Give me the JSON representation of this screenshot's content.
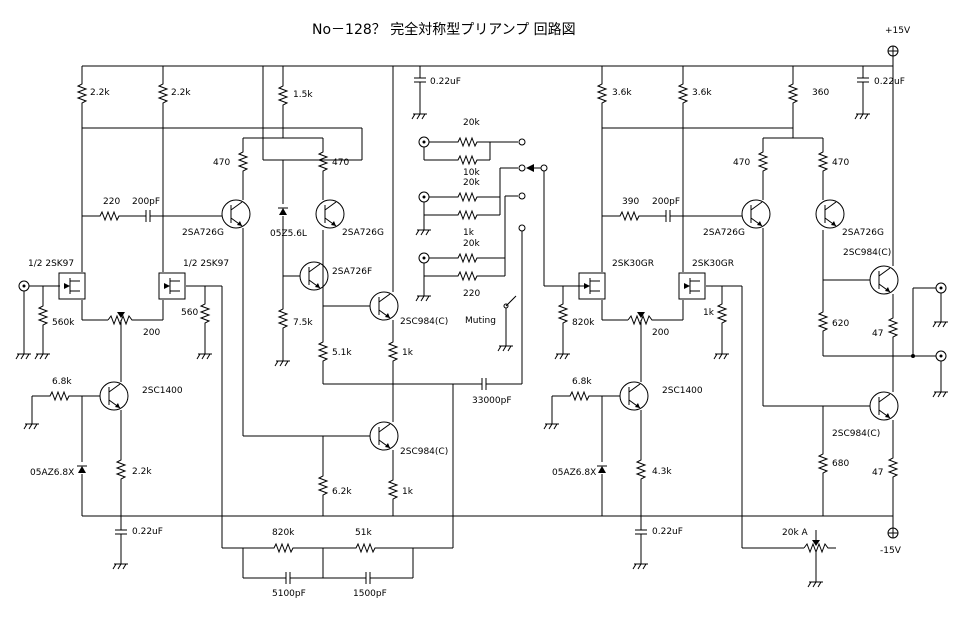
{
  "title": "No－128？ 完全対称型プリアンプ 回路図",
  "power": {
    "positive": "+15V",
    "negative": "-15V"
  },
  "labels": {
    "r_2k2_a": "2.2k",
    "r_2k2_b": "2.2k",
    "r_1k5": "1.5k",
    "c_022_top": "0.22uF",
    "r_3k6_a": "3.6k",
    "r_3k6_b": "3.6k",
    "r_360": "360",
    "c_022_right": "0.22uF",
    "r_470_a": "470",
    "r_470_b": "470",
    "r_470_c": "470",
    "r_470_d": "470",
    "r_220": "220",
    "c_200pf_a": "200pF",
    "r_390": "390",
    "c_200pf_b": "200pF",
    "q_2sa726g_a": "2SA726G",
    "q_2sa726g_b": "2SA726G",
    "q_2sa726g_c": "2SA726G",
    "q_2sa726g_d": "2SA726G",
    "d_05z56l": "05Z5.6L",
    "q_2sk97_a": "1/2 2SK97",
    "q_2sk97_b": "1/2 2SK97",
    "q_2sa726f": "2SA726F",
    "r_560k": "560k",
    "r_560": "560",
    "vr_200_a": "200",
    "r_7k5": "7.5k",
    "r_5k1": "5.1k",
    "r_1k_a": "1k",
    "q_2sc984c_a": "2SC984(C)",
    "r_6k8_a": "6.8k",
    "q_2sc1400_a": "2SC1400",
    "d_05az68x_a": "05AZ6.8X",
    "r_2k2_c": "2.2k",
    "c_022_left": "0.22uF",
    "q_2sc984c_b": "2SC984(C)",
    "r_6k2": "6.2k",
    "r_1k_b": "1k",
    "r_820k": "820k",
    "r_51k": "51k",
    "c_5100pf": "5100pF",
    "c_1500pf": "1500pF",
    "r_20k_a": "20k",
    "r_10k": "10k",
    "r_20k_b": "20k",
    "r_1k_c": "1k",
    "r_20k_c": "20k",
    "r_220_b": "220",
    "muting": "Muting",
    "c_33000pf": "33000pF",
    "r_820k_b": "820k",
    "q_2sk30gr_a": "2SK30GR",
    "q_2sk30gr_b": "2SK30GR",
    "vr_200_b": "200",
    "r_1k_d": "1k",
    "r_6k8_b": "6.8k",
    "q_2sc1400_b": "2SC1400",
    "d_05az68x_b": "05AZ6.8X",
    "r_4k3": "4.3k",
    "c_022_mid": "0.22uF",
    "q_2sc984c_c": "2SC984(C)",
    "r_620": "620",
    "r_47_a": "47",
    "q_2sc984c_d": "2SC984(C)",
    "r_680": "680",
    "r_47_b": "47",
    "vr_20k": "20k A"
  },
  "colors": {
    "ink": "#000000",
    "background": "#ffffff"
  }
}
